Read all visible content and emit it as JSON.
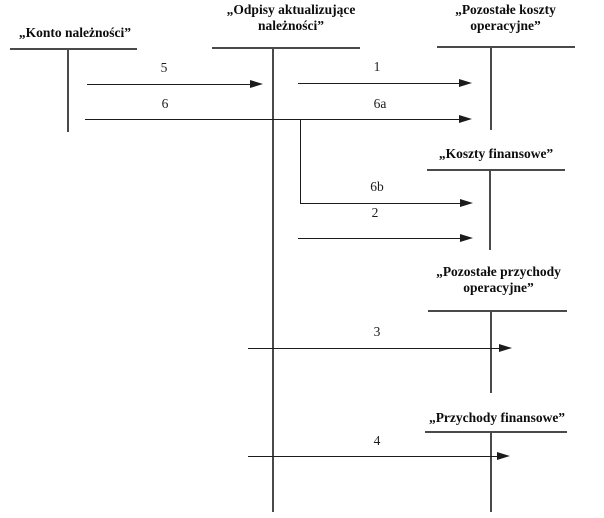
{
  "diagram": {
    "type": "t-account-flow-diagram",
    "language": "pl",
    "background_color": "#ffffff",
    "account_line_color": "#4a4a4a",
    "arrow_color": "#1c1c1c",
    "accounts": [
      {
        "id": "konto-naleznosci",
        "title": "„Konto należności”"
      },
      {
        "id": "odpisy-aktualizujace-naleznosci",
        "title": "„Odpisy aktualizujące należności”"
      },
      {
        "id": "pozostale-koszty-operacyjne",
        "title": "„Pozostałe koszty operacyjne”"
      },
      {
        "id": "koszty-finansowe",
        "title": "„Koszty finansowe”"
      },
      {
        "id": "pozostale-przychody-operacyjne",
        "title": "„Pozostałe przychody operacyjne”"
      },
      {
        "id": "przychody-finansowe",
        "title": "„Przychody finansowe”"
      }
    ],
    "flows": [
      {
        "label": "5",
        "from": "Konto należności",
        "to": "Odpisy aktualizujące należności"
      },
      {
        "label": "1",
        "from": "Odpisy aktualizujące należności",
        "to": "Pozostałe koszty operacyjne"
      },
      {
        "label": "6",
        "from": "Konto należności",
        "to": "Pozostałe koszty operacyjne"
      },
      {
        "label": "6a",
        "from": "Konto należności",
        "to": "Pozostałe koszty operacyjne"
      },
      {
        "label": "6b",
        "from": "Konto należności",
        "to": "Koszty finansowe"
      },
      {
        "label": "2",
        "from": "Odpisy aktualizujące należności",
        "to": "Koszty finansowe"
      },
      {
        "label": "3",
        "from": "Odpisy aktualizujące należności",
        "to": "Pozostałe przychody operacyjne"
      },
      {
        "label": "4",
        "from": "Odpisy aktualizujące należności",
        "to": "Przychody finansowe"
      }
    ]
  }
}
